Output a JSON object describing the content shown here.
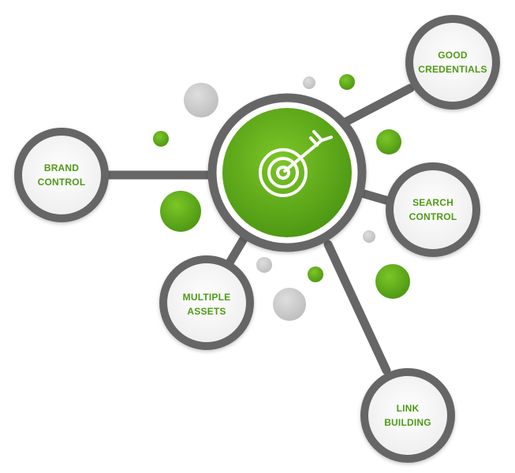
{
  "colors": {
    "accent_green": "#5aa619",
    "accent_green_light": "#78c12a",
    "ring_gray": "#666666",
    "node_fill": "#f7f7f7",
    "dot_gray": "#c9c9c9",
    "label_green": "#4f9a17"
  },
  "center": {
    "icon": "target-arrow-icon"
  },
  "nodes": [
    {
      "id": "brand-control",
      "line1": "BRAND",
      "line2": "CONTROL"
    },
    {
      "id": "good-credentials",
      "line1": "GOOD",
      "line2": "CREDENTIALS"
    },
    {
      "id": "search-control",
      "line1": "SEARCH",
      "line2": "CONTROL"
    },
    {
      "id": "multiple-assets",
      "line1": "MULTIPLE",
      "line2": "ASSETS"
    },
    {
      "id": "link-building",
      "line1": "LINK",
      "line2": "BUILDING"
    }
  ]
}
